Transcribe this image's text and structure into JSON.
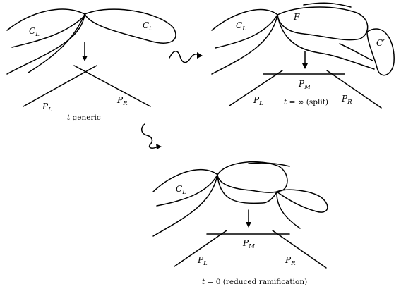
{
  "panels": {
    "generic": {
      "curve_left": {
        "base": "C",
        "sub": "L"
      },
      "curve_right": {
        "base": "C",
        "sub": "t"
      },
      "line_left": {
        "base": "P",
        "sub": "L"
      },
      "line_right": {
        "base": "P",
        "sub": "R"
      },
      "caption": {
        "var": "t",
        "rest": " generic"
      }
    },
    "split": {
      "curve_left": {
        "base": "C",
        "sub": "L"
      },
      "curve_f": "F",
      "curve_prime": "C′",
      "line_left": {
        "base": "P",
        "sub": "L"
      },
      "line_middle": {
        "base": "P",
        "sub": "M"
      },
      "line_right": {
        "base": "P",
        "sub": "R"
      },
      "caption": {
        "var": "t",
        "rest": " = ∞ (split)"
      }
    },
    "reduced": {
      "curve_left": {
        "base": "C",
        "sub": "L"
      },
      "line_left": {
        "base": "P",
        "sub": "L"
      },
      "line_middle": {
        "base": "P",
        "sub": "M"
      },
      "line_right": {
        "base": "P",
        "sub": "R"
      },
      "caption": {
        "var": "t",
        "rest": " = 0 (reduced ramification)"
      }
    }
  }
}
